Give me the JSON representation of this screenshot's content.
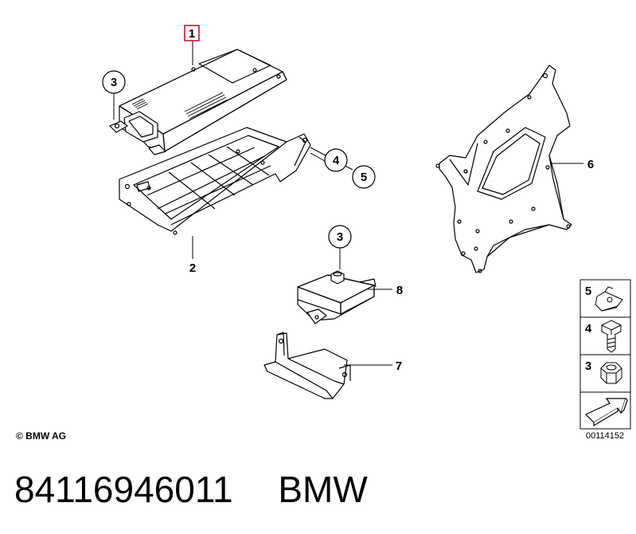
{
  "diagram": {
    "callouts": {
      "highlighted": "1",
      "c1": "1",
      "c2": "2",
      "c3a": "3",
      "c3b": "3",
      "c4": "4",
      "c5": "5",
      "c6": "6",
      "c7": "7",
      "c8": "8"
    },
    "legend": {
      "items": [
        {
          "number": "5",
          "icon": "clip-nut-icon"
        },
        {
          "number": "4",
          "icon": "bolt-icon"
        },
        {
          "number": "3",
          "icon": "hex-nut-icon"
        }
      ],
      "arrow_icon": "direction-arrow-icon"
    },
    "highlight_color": "#d0112b"
  },
  "footer": {
    "copyright": "© BMW AG",
    "reference": "00114152",
    "part_number": "84116946011",
    "brand": "BMW"
  }
}
